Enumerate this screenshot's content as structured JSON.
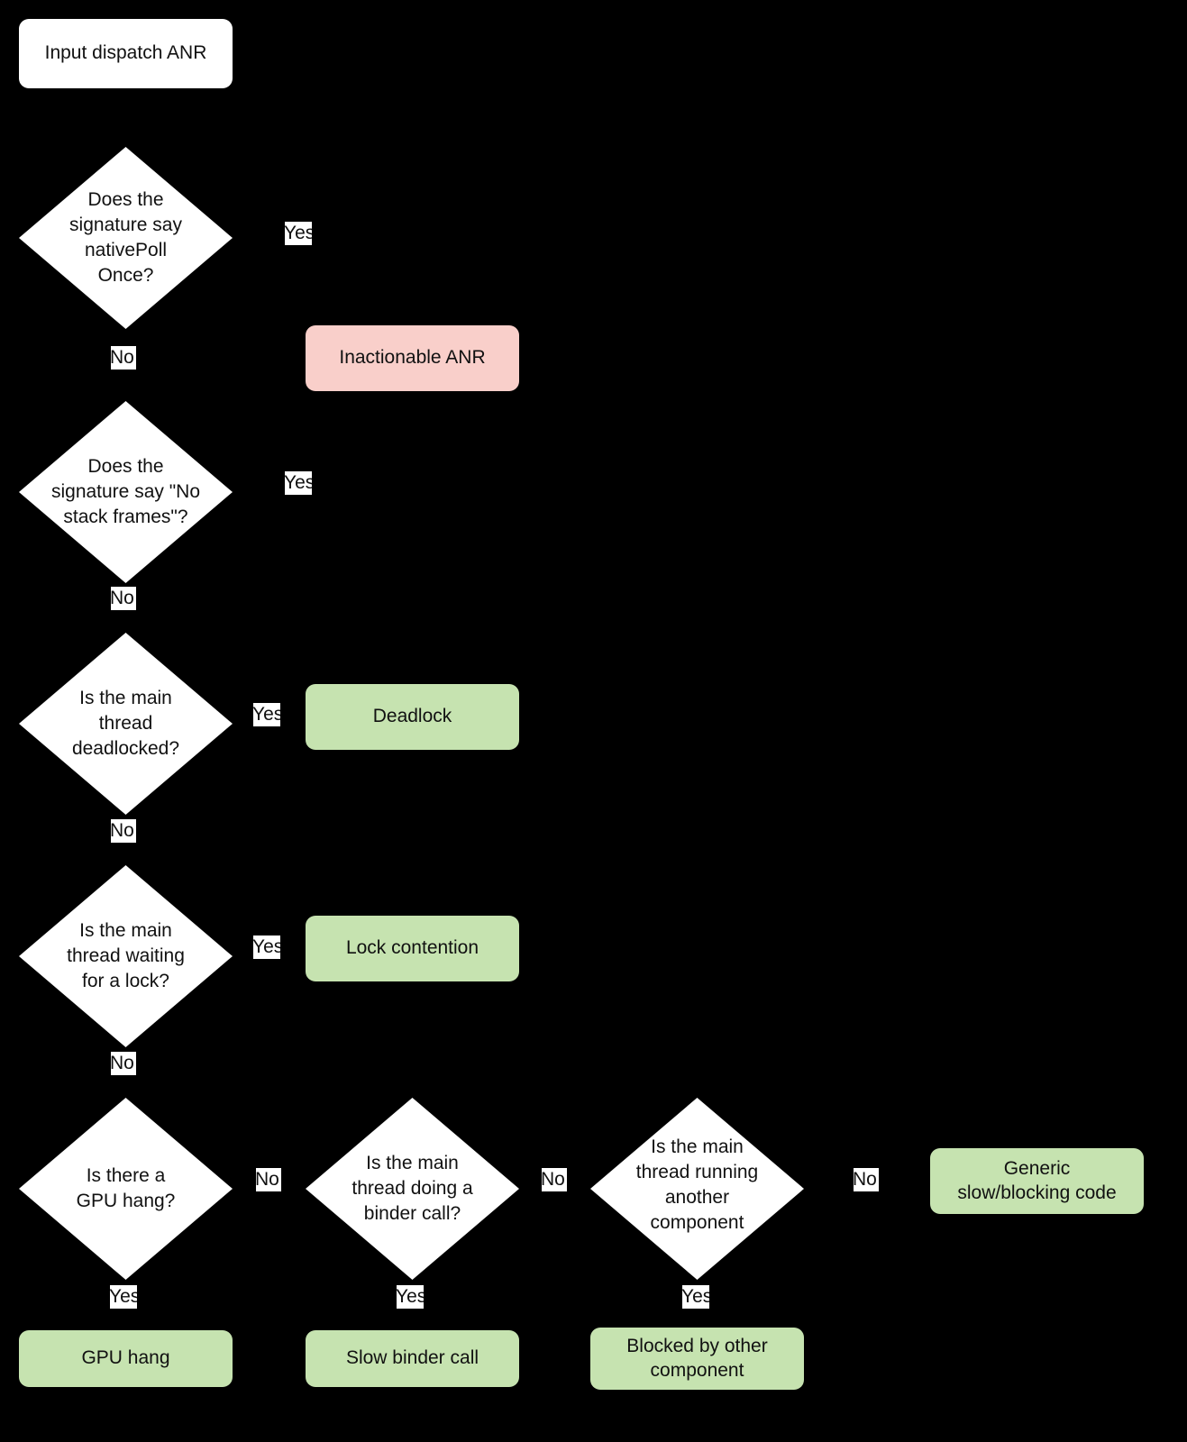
{
  "diagram": {
    "title": "Input dispatch ANR triage flowchart",
    "background_color": "#000000",
    "colors": {
      "decision_fill": "#ffffff",
      "terminal_fill": "#ffffff",
      "inactionable_fill": "#f9cfca",
      "result_fill": "#c6e3b0",
      "text": "#111111",
      "edge_label_fill": "#ffffff"
    }
  },
  "nodes": {
    "start": {
      "label": "Input dispatch ANR",
      "type": "terminal"
    },
    "q_nativepollonce": {
      "label": "Does the\nsignature say\nnativePoll\nOnce?",
      "type": "decision"
    },
    "q_no_stack_frames": {
      "label": "Does the\nsignature say \"No\nstack frames\"?",
      "type": "decision"
    },
    "q_deadlocked": {
      "label": "Is the main\nthread\ndeadlocked?",
      "type": "decision"
    },
    "q_waiting_lock": {
      "label": "Is the main\nthread waiting\nfor a lock?",
      "type": "decision"
    },
    "q_gpu_hang": {
      "label": "Is there a\nGPU hang?",
      "type": "decision"
    },
    "q_binder_call": {
      "label": "Is the main\nthread doing a\nbinder call?",
      "type": "decision"
    },
    "q_other_component": {
      "label": "Is the main\nthread running\nanother\ncomponent",
      "type": "decision"
    },
    "r_inactionable": {
      "label": "Inactionable ANR",
      "type": "result-pink"
    },
    "r_deadlock": {
      "label": "Deadlock",
      "type": "result-green"
    },
    "r_lock_contention": {
      "label": "Lock contention",
      "type": "result-green"
    },
    "r_gpu_hang": {
      "label": "GPU hang",
      "type": "result-green"
    },
    "r_slow_binder": {
      "label": "Slow binder call",
      "type": "result-green"
    },
    "r_blocked_other": {
      "label": "Blocked by other\ncomponent",
      "type": "result-green"
    },
    "r_generic_slow": {
      "label": "Generic\nslow/blocking code",
      "type": "result-green"
    }
  },
  "edge_labels": {
    "yes_nativepollonce": "Yes",
    "no_nativepollonce": "No",
    "yes_no_stack_frames": "Yes",
    "no_no_stack_frames": "No",
    "yes_deadlocked": "Yes",
    "no_deadlocked": "No",
    "yes_waiting_lock": "Yes",
    "no_waiting_lock": "No",
    "yes_gpu_hang": "Yes",
    "no_gpu_hang": "No",
    "yes_binder_call": "Yes",
    "no_binder_call": "No",
    "yes_other_component": "Yes",
    "no_other_component": "No"
  }
}
